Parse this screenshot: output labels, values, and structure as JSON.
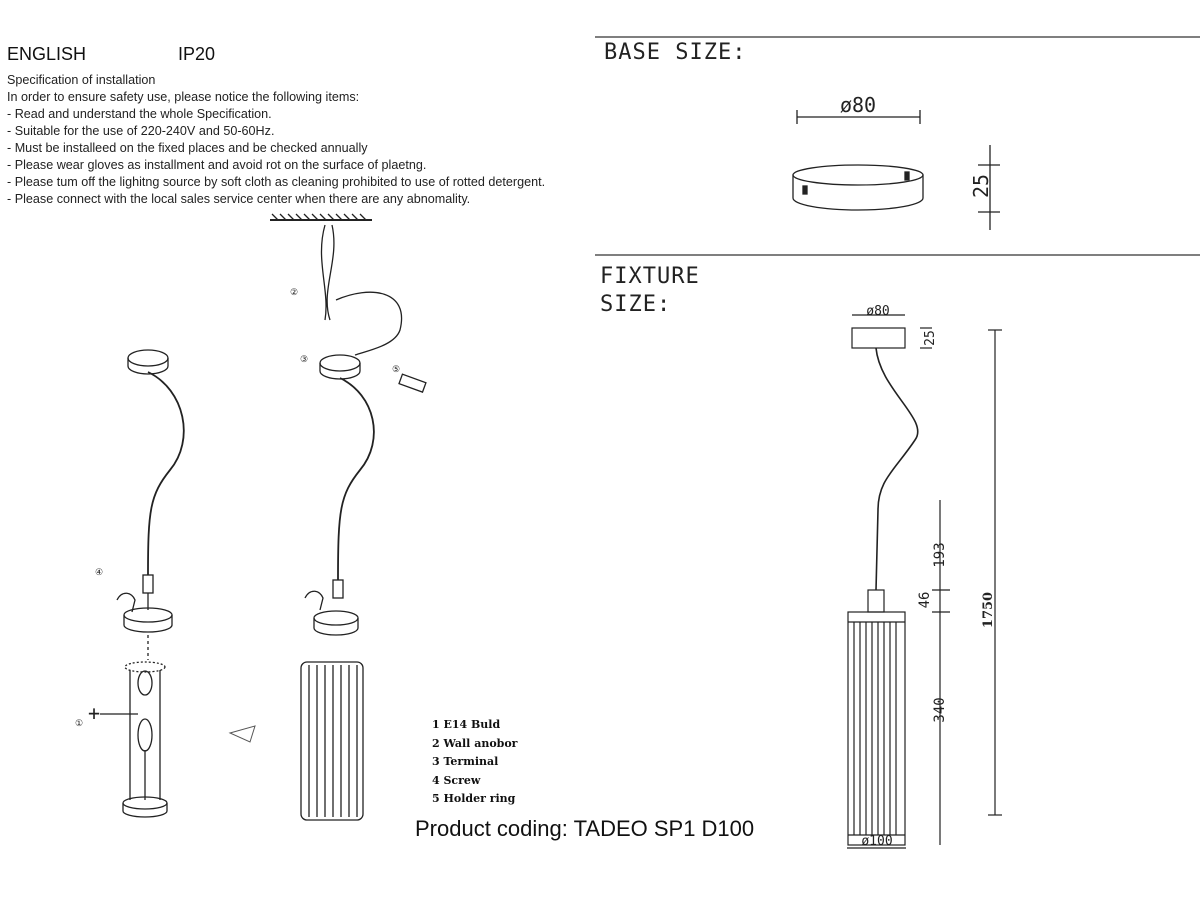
{
  "header": {
    "language": "ENGLISH",
    "rating": "IP20"
  },
  "spec": {
    "title": "Specification of installation",
    "intro": "In order to ensure safety use, please notice the following items:",
    "items": [
      "- Read and understand the whole Specification.",
      "- Suitable for the use of 220-240V and 50-60Hz.",
      "- Must be installeed on the fixed places and be checked annually",
      "- Please wear gloves as installment and avoid rot on the surface of plaetng.",
      "- Please tum off the lighitng source by soft cloth as cleaning prohibited to use of rotted detergent.",
      "- Please connect with the local sales service center when there are any abnomality."
    ]
  },
  "base_size": {
    "title": "BASE SIZE:",
    "diameter": "ø80",
    "height": "25"
  },
  "fixture_size": {
    "title_line1": "FIXTURE",
    "title_line2": "SIZE:",
    "canopy_diameter": "ø80",
    "canopy_height": "25",
    "cord": "193",
    "connector": "46",
    "shade": "340",
    "total": "1750",
    "shade_diameter": "ø100"
  },
  "legend": [
    "1 E14 Buld",
    "2 Wall anobor",
    "3 Terminal",
    "4 Screw",
    "5 Holder ring"
  ],
  "product_coding": "Product coding: TADEO SP1 D100",
  "callouts": [
    "①",
    "②",
    "③",
    "④",
    "⑤"
  ]
}
